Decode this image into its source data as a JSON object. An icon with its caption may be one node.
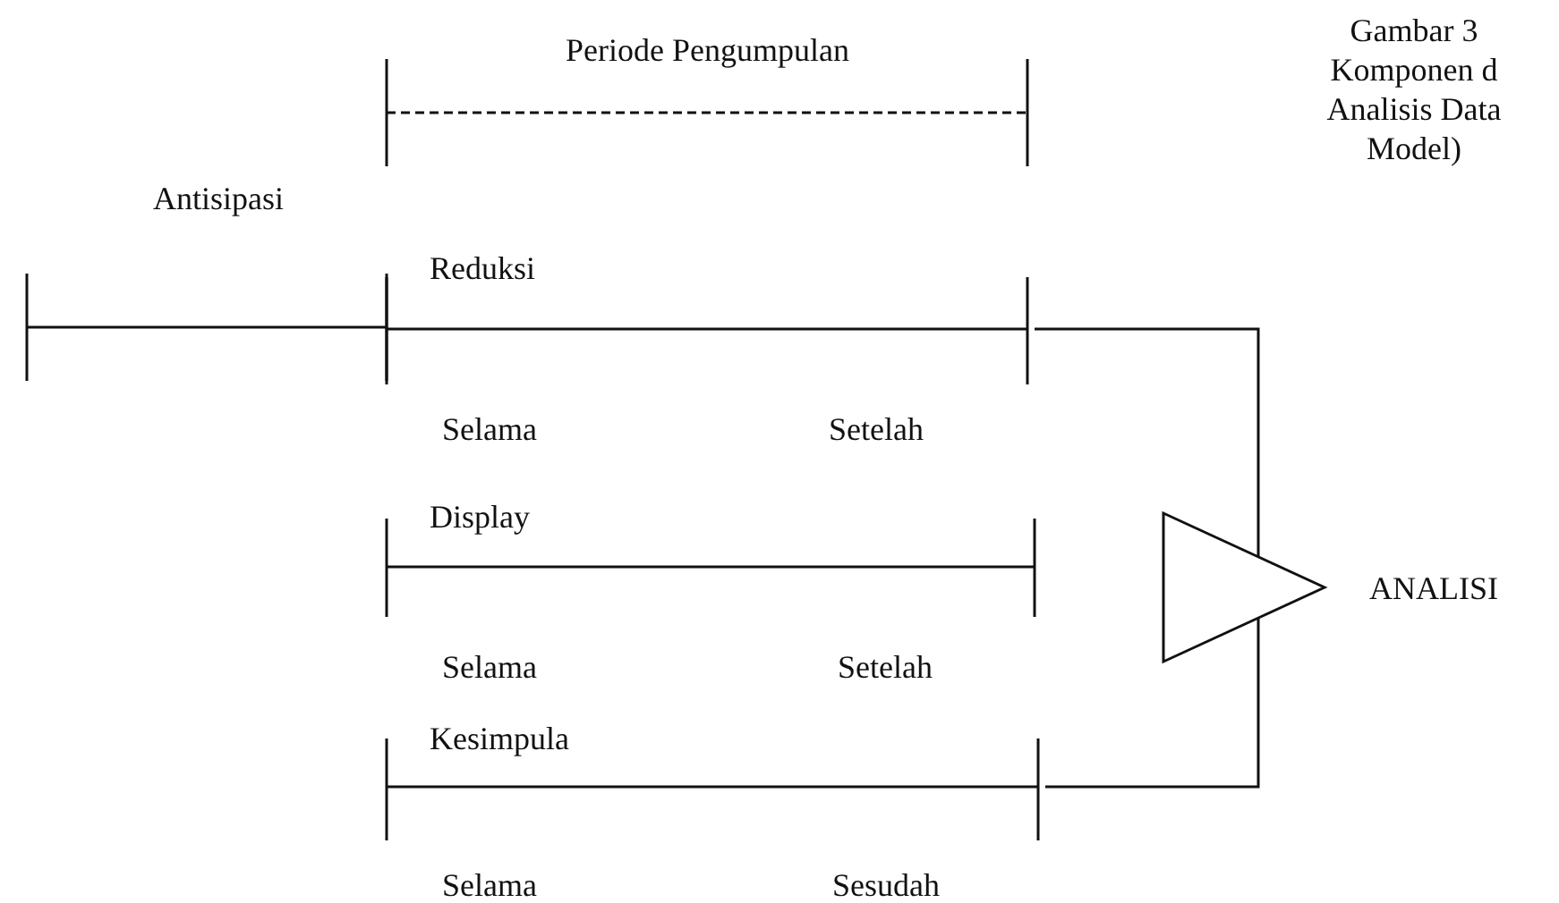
{
  "diagram": {
    "nodes": [
      {
        "text": [
          "Periode Pengumpulan"
        ]
      },
      {
        "text": [
          "Antisipasi"
        ]
      },
      {
        "text": [
          "Reduksi",
          "Selama",
          "Setelah"
        ]
      },
      {
        "text": [
          "Display",
          "Selama",
          "Setelah"
        ]
      },
      {
        "text": [
          "Kesimpula",
          "Selama",
          "Sesudah"
        ]
      },
      {
        "text": [],
        "shape": "triangle",
        "beside": [
          "ANALISI"
        ]
      }
    ],
    "edges": [
      {
        "from": 2,
        "to": 5,
        "arrow": "none"
      },
      {
        "from": 4,
        "to": 5,
        "arrow": "none"
      }
    ],
    "labels": [
      "Gambar 3 Komponen d Analisis Data Model)"
    ]
  }
}
